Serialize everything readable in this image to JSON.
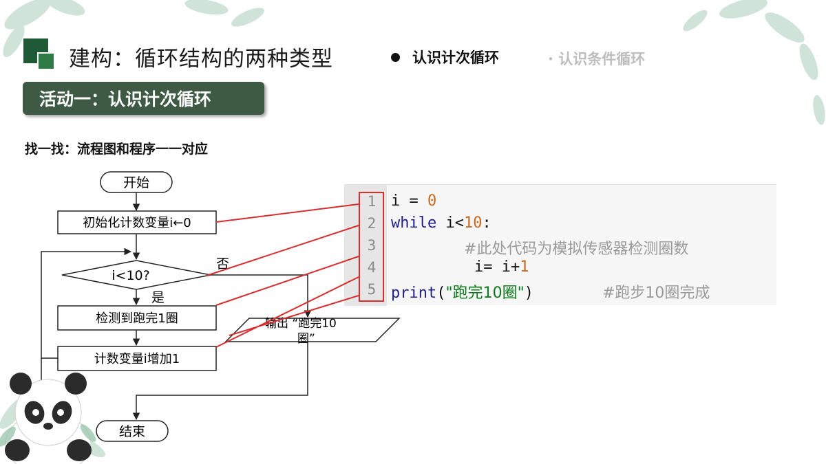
{
  "header": {
    "title": "建构：循环结构的两种类型",
    "nav_active": "认识计次循环",
    "nav_inactive": "· 认识条件循环"
  },
  "activity": {
    "label": "活动一：认识计次循环"
  },
  "instruction": "找一找：流程图和程序一一对应",
  "flowchart": {
    "start": "开始",
    "init": "初始化计数变量i←0",
    "condition": "i<10?",
    "no_label": "否",
    "yes_label": "是",
    "detect": "检测到跑完1圈",
    "increment": "计数变量i增加1",
    "output_line1": "输出 “跑完10",
    "output_line2": "圈”",
    "end": "结束"
  },
  "code": {
    "line_numbers": [
      "1",
      "2",
      "3",
      "4",
      "5"
    ],
    "line1": {
      "var": "i",
      "op": " = ",
      "num": "0"
    },
    "line2": {
      "kw": "while",
      "rest": " i<",
      "num": "10",
      "colon": ":"
    },
    "line3": {
      "comment": "#此处代码为模拟传感器检测圈数"
    },
    "line4": {
      "a": "i= i+",
      "num": "1"
    },
    "line5": {
      "fn": "print",
      "open": "(",
      "str": "\"跑完10圈\"",
      "close": ")",
      "comment": "#跑步10圈完成"
    }
  },
  "colors": {
    "accent_green": "#3e5a44",
    "connector_red": "#d92c2c"
  }
}
